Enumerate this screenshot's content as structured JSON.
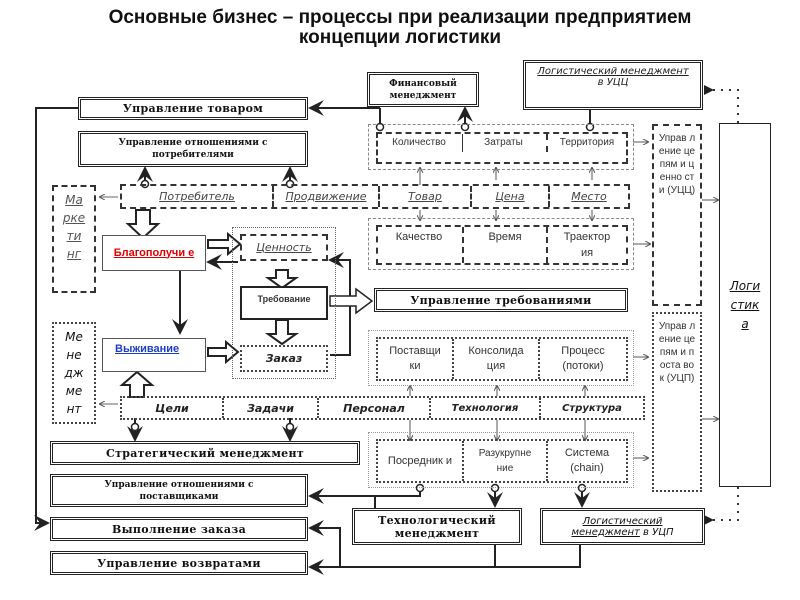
{
  "title": {
    "line1": "Основные бизнес – процессы при реализации предприятием",
    "line2": "концепции логистики"
  },
  "left_boxes": {
    "product_management": "Управление товаром",
    "customer_relations_1": "Управление отношениями с",
    "customer_relations_2": "потребителями",
    "strategic_management": "Стратегический менеджмент",
    "supplier_relations_1": "Управление отношениями с",
    "supplier_relations_2": "поставщиками",
    "order_fulfillment": "Выполнение заказа",
    "returns_management": "Управление возвратами"
  },
  "top_boxes": {
    "financial_1": "Финансовый",
    "financial_2": "менеджмент",
    "logistics_ucc_1": "Логистический менеджмент",
    "logistics_ucc_2": "в УЦЦ"
  },
  "bottom_boxes": {
    "tech_1": "Технологический",
    "tech_2": "менеджмент",
    "logistics_ucp_1": "Логистический",
    "logistics_ucp_2a": "менеджмент",
    "logistics_ucp_2b": " в УЦП"
  },
  "marketing": {
    "label_lines": [
      "Ма",
      "рке",
      "ти",
      "нг"
    ],
    "row": [
      "Потребитель",
      "Продвижение",
      "Товар",
      "Цена",
      "Место"
    ]
  },
  "management": {
    "label_lines": [
      "Ме",
      "не",
      "дж",
      "ме",
      "нт"
    ],
    "row": [
      "Цели",
      "Задачи",
      "Персонал",
      "Технология",
      "Структура"
    ]
  },
  "ucc_top_row": [
    "Количество",
    "Затраты",
    "Территория"
  ],
  "ucc_mid_row": [
    "Качество",
    "Время",
    "Траектор ия"
  ],
  "ucp_top_row": [
    "Поставщи ки",
    "Консолида ция",
    "Процесс (потоки)"
  ],
  "ucp_bottom_row": [
    "Посредник и",
    "Разукрупне ние",
    "Система (chain)"
  ],
  "center": {
    "wellbeing": "Благополучи е",
    "survival": "Выживание",
    "value": "Ценность",
    "requirement": "Требование",
    "order": "Заказ",
    "requirements_management": "Управление требованиями"
  },
  "side": {
    "ucc_label": "Управ ление цепям и ценно сти (УЦЦ)",
    "ucp_label": "Управ ление цепям и поста вок (УЦП)",
    "logistics": "Логи стик а"
  },
  "colors": {
    "wellbeing": "#e00000",
    "survival": "#1b3fc0"
  }
}
